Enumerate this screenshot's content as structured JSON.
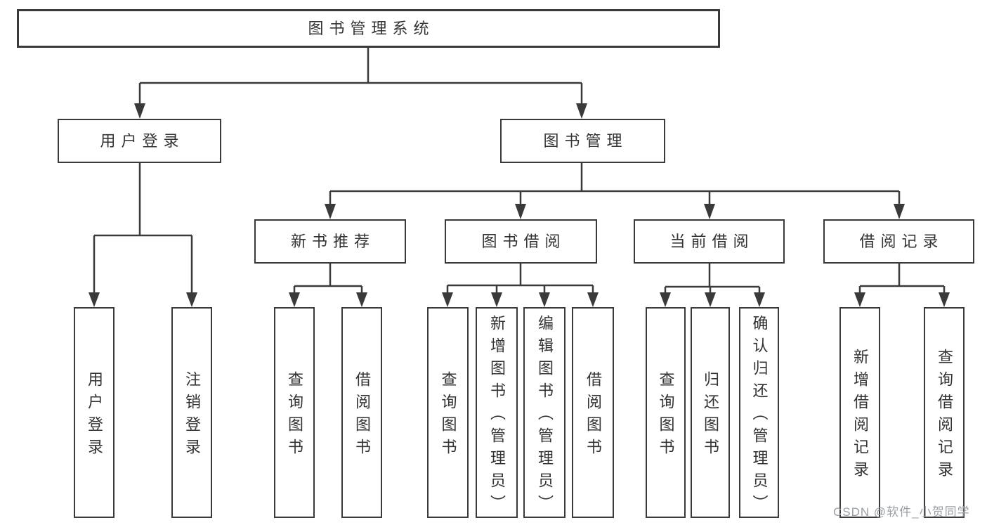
{
  "colors": {
    "line": "#3a3a3a",
    "text": "#333333",
    "background": "#ffffff",
    "watermark": "#9aa0a6"
  },
  "tree": {
    "root": {
      "label": "图书管理系统",
      "children": [
        {
          "label": "用户登录",
          "children": [
            {
              "label": "用户登录"
            },
            {
              "label": "注销登录"
            }
          ]
        },
        {
          "label": "图书管理",
          "children": [
            {
              "label": "新书推荐",
              "children": [
                {
                  "label": "查询图书"
                },
                {
                  "label": "借阅图书"
                }
              ]
            },
            {
              "label": "图书借阅",
              "children": [
                {
                  "label": "查询图书"
                },
                {
                  "label": "新增图书（管理员）"
                },
                {
                  "label": "编辑图书（管理员）"
                },
                {
                  "label": "借阅图书"
                }
              ]
            },
            {
              "label": "当前借阅",
              "children": [
                {
                  "label": "查询图书"
                },
                {
                  "label": "归还图书"
                },
                {
                  "label": "确认归还（管理员）"
                }
              ]
            },
            {
              "label": "借阅记录",
              "children": [
                {
                  "label": "新增借阅记录"
                },
                {
                  "label": "查询借阅记录"
                }
              ]
            }
          ]
        }
      ]
    }
  },
  "watermark": {
    "text": "CSDN @软件_小贺同学"
  }
}
